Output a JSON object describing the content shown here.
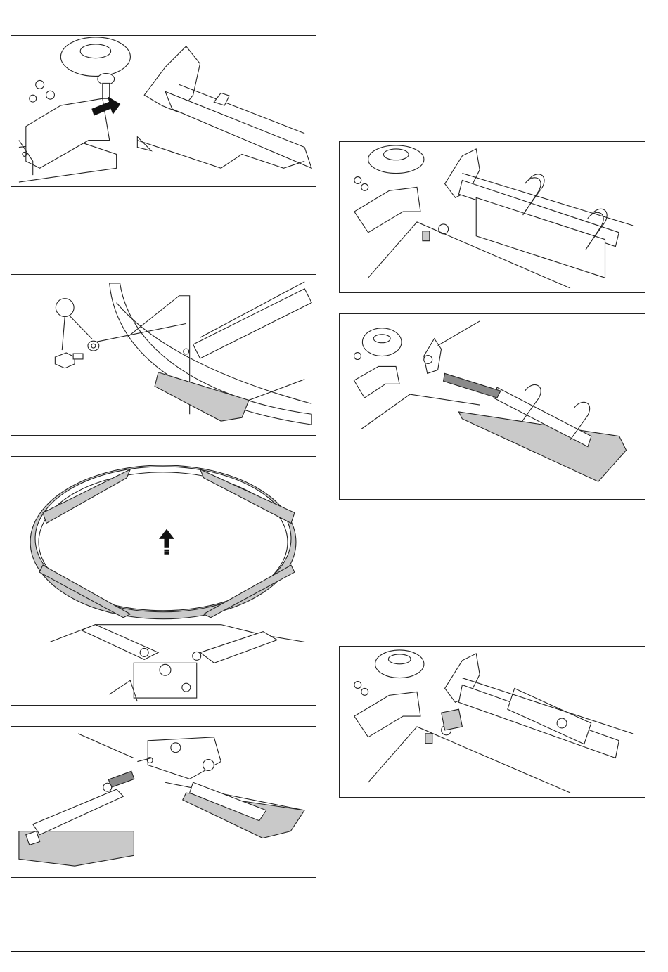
{
  "figures": [
    {
      "id": "fig1",
      "icons": [
        "arrow-icon"
      ]
    },
    {
      "id": "fig2",
      "icons": [
        "callout-circle-icon"
      ]
    },
    {
      "id": "fig3",
      "icons": [
        "lift-up-arrow-icon"
      ]
    },
    {
      "id": "fig4",
      "icons": []
    },
    {
      "id": "fig5",
      "icons": []
    },
    {
      "id": "fig6",
      "icons": []
    },
    {
      "id": "fig7",
      "icons": []
    }
  ],
  "colors": {
    "line": "#222222",
    "shade": "#c9c9c9",
    "dark_shade": "#8a8a8a"
  }
}
